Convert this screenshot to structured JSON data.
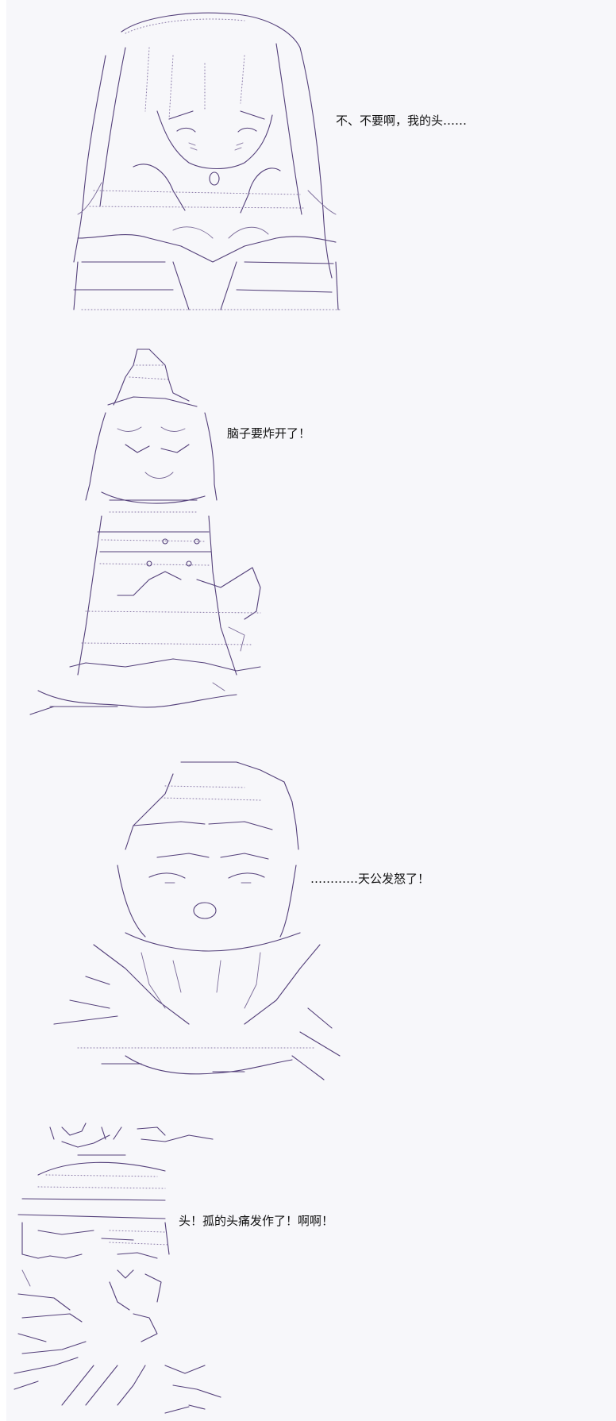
{
  "panels": [
    {
      "speech": "不、不要啊，我的头……"
    },
    {
      "speech": "脑子要炸开了！"
    },
    {
      "speech": "…………天公发怒了！"
    },
    {
      "speech": "头！孤的头痛发作了！啊啊！"
    }
  ]
}
